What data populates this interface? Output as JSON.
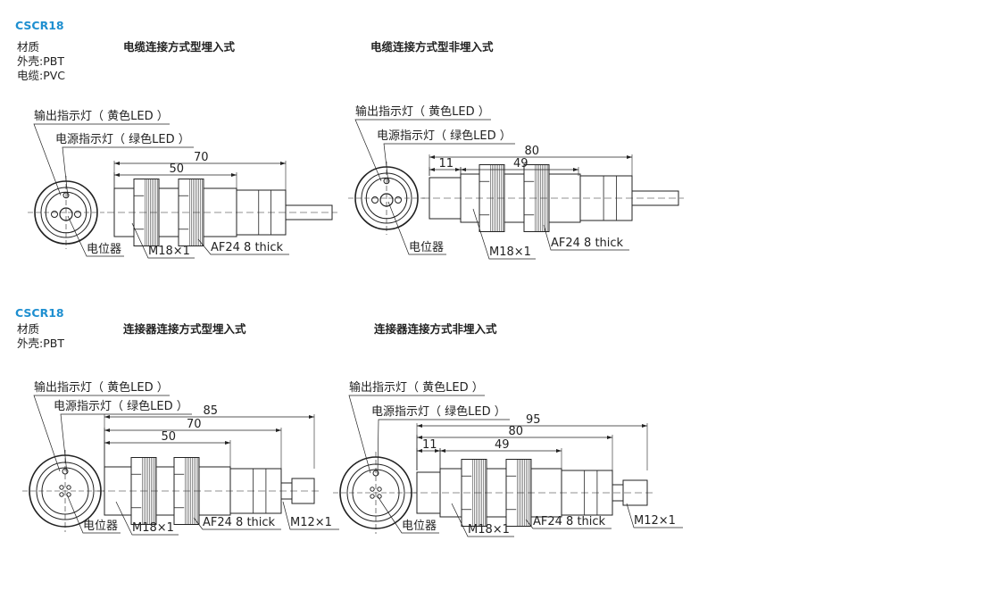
{
  "sections": [
    {
      "model": "CSCR18",
      "material_label": "材质",
      "materials": [
        "外壳:PBT",
        "电缆:PVC"
      ],
      "drawings": [
        {
          "title": "电缆连接方式型埋入式",
          "dims": [
            "70",
            "50"
          ],
          "labels": {
            "output_led": "输出指示灯（ 黄色LED ）",
            "power_led": "电源指示灯（ 绿色LED ）",
            "pot": "电位器",
            "thread": "M18×1",
            "nut": "AF24 8 thick"
          }
        },
        {
          "title": "电缆连接方式型非埋入式",
          "dims": [
            "80",
            "11",
            "49"
          ],
          "labels": {
            "output_led": "输出指示灯（ 黄色LED ）",
            "power_led": "电源指示灯（ 绿色LED ）",
            "pot": "电位器",
            "thread": "M18×1",
            "nut": "AF24 8 thick"
          }
        }
      ]
    },
    {
      "model": "CSCR18",
      "material_label": "材质",
      "materials": [
        "外壳:PBT"
      ],
      "drawings": [
        {
          "title": "连接器连接方式型埋入式",
          "dims": [
            "85",
            "70",
            "50"
          ],
          "labels": {
            "output_led": "输出指示灯（ 黄色LED ）",
            "power_led": "电源指示灯（ 绿色LED ）",
            "pot": "电位器",
            "thread": "M18×1",
            "nut": "AF24 8 thick",
            "connector": "M12×1"
          }
        },
        {
          "title": "连接器连接方式非埋入式",
          "dims": [
            "95",
            "80",
            "11",
            "49"
          ],
          "labels": {
            "output_led": "输出指示灯（ 黄色LED ）",
            "power_led": "电源指示灯（ 绿色LED ）",
            "pot": "电位器",
            "thread": "M18×1",
            "nut": "AF24 8 thick",
            "connector": "M12×1"
          }
        }
      ]
    }
  ],
  "colors": {
    "model": "#1e8fd0",
    "line": "#222222"
  }
}
